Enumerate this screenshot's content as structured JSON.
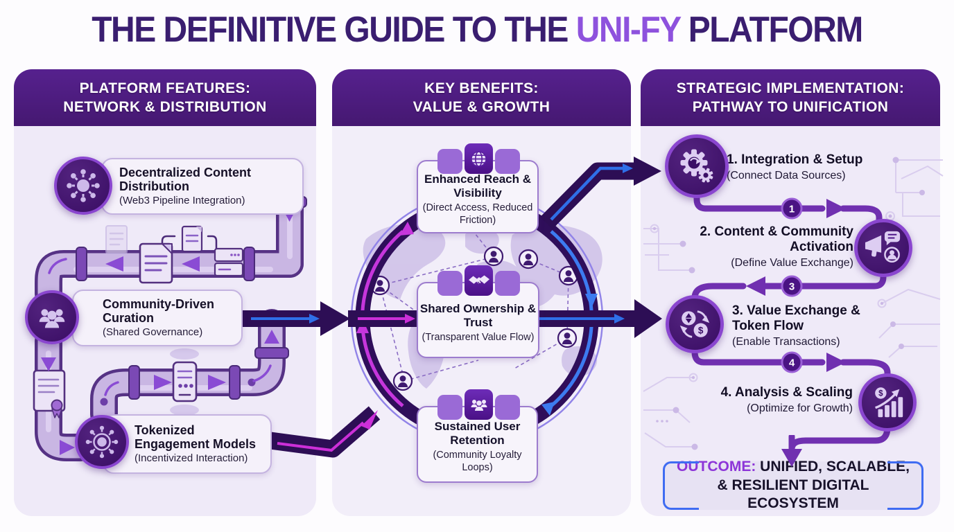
{
  "title": {
    "prefix": "THE DEFINITIVE GUIDE TO THE ",
    "brand": "UNI-FY",
    "suffix": " PLATFORM"
  },
  "columns": {
    "features": {
      "header": [
        "PLATFORM FEATURES:",
        "NETWORK & DISTRIBUTION"
      ],
      "items": [
        {
          "title": "Decentralized Content Distribution",
          "subtitle": "(Web3 Pipeline Integration)",
          "icon": "network-hub-icon"
        },
        {
          "title": "Community-Driven Curation",
          "subtitle": "(Shared Governance)",
          "icon": "community-icon"
        },
        {
          "title": "Tokenized Engagement Models",
          "subtitle": "(Incentivized Interaction)",
          "icon": "token-hub-icon"
        }
      ]
    },
    "benefits": {
      "header": [
        "KEY BENEFITS:",
        "VALUE & GROWTH"
      ],
      "items": [
        {
          "title": "Enhanced Reach & Visibility",
          "subtitle": "(Direct Access, Reduced Friction)",
          "icon": "globe-icon"
        },
        {
          "title": "Shared Ownership & Trust",
          "subtitle": "(Transparent Value Flow)",
          "icon": "handshake-icon"
        },
        {
          "title": "Sustained User Retention",
          "subtitle": "(Community Loyalty Loops)",
          "icon": "users-icon"
        }
      ]
    },
    "implementation": {
      "header": [
        "STRATEGIC IMPLEMENTATION:",
        "PATHWAY TO UNIFICATION"
      ],
      "steps": [
        {
          "title": "1. Integration & Setup",
          "subtitle": "(Connect Data Sources)",
          "icon": "gears-icon"
        },
        {
          "title": "2. Content & Community Activation",
          "subtitle": "(Define Value Exchange)",
          "icon": "megaphone-icon"
        },
        {
          "title": "3. Value Exchange & Token Flow",
          "subtitle": "(Enable Transactions)",
          "icon": "token-exchange-icon"
        },
        {
          "title": "4. Analysis & Scaling",
          "subtitle": "(Optimize for Growth)",
          "icon": "growth-chart-icon"
        }
      ],
      "waypoints": [
        "1",
        "3",
        "4"
      ],
      "outcome": {
        "label": "OUTCOME:",
        "text": " UNIFIED, SCALABLE, & RESILIENT DIGITAL ECOSYSTEM"
      }
    }
  },
  "colors": {
    "title": "#3a1e70",
    "brand": "#8e52dd",
    "header_bg": "#4c1c7e",
    "column_bg": "#efeaf8",
    "pipe": "#c9b6e3",
    "flow_band": "#2d0e55",
    "magenta_flow": "#c636dc",
    "blue_flow": "#3d7bf0",
    "outcome_label": "#8d35d8",
    "outcome_bracket": "#3f6cf2"
  }
}
